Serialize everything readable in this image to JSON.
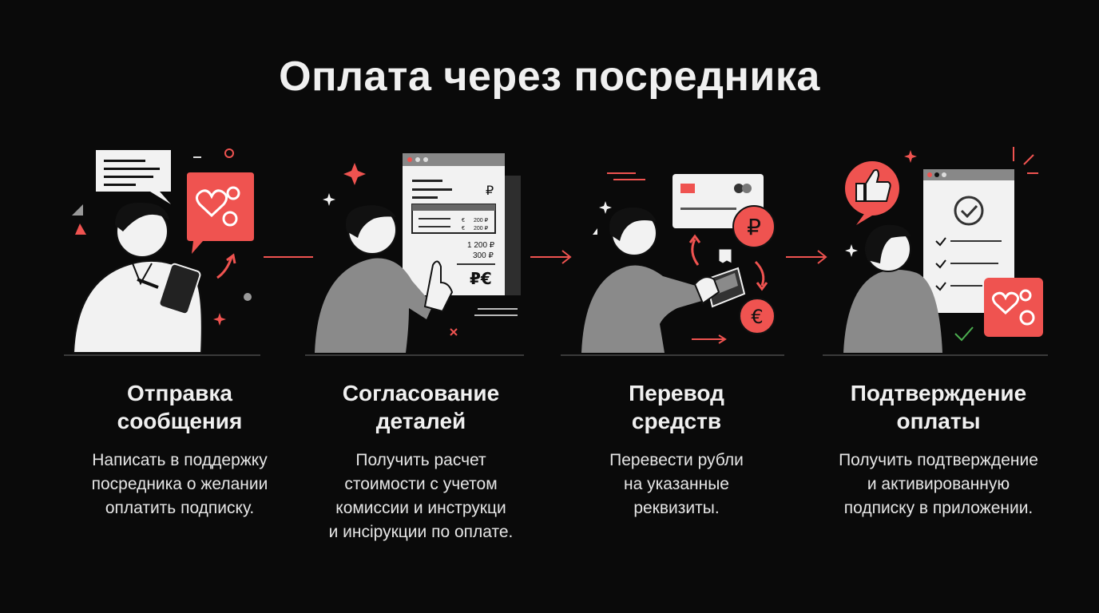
{
  "title": "Оплата через посредника",
  "colors": {
    "accent": "#ef5350",
    "background": "#0a0a0a",
    "figure_gray": "#8a8a8a",
    "paper": "#f2f2f2"
  },
  "steps": [
    {
      "title_line1": "Отправка",
      "title_line2": "сообщения",
      "desc_line1": "Написать в поддержку",
      "desc_line2": "посредника о желании",
      "desc_line3": "оплатить подписку.",
      "icons": [
        "chat-bubble-icon",
        "heart-gears-icon",
        "smartphone-icon"
      ]
    },
    {
      "title_line1": "Согласование",
      "title_line2": "деталей",
      "desc_line1": "Получить расчет",
      "desc_line2": "стоимости с учетом",
      "desc_line3": "комиссии и инструкци",
      "desc_line4": "и инсірукции по оплате.",
      "doc": {
        "currency": "₽",
        "row1_cur": "€",
        "row1_val": "200 ₽",
        "row2_cur": "€",
        "row2_val": "200 ₽",
        "total1": "1 200 ₽",
        "total2": "300 ₽",
        "footer": "₽€"
      },
      "icons": [
        "browser-window-icon",
        "sparkle-icon"
      ]
    },
    {
      "title_line1": "Перевод",
      "title_line2": "средств",
      "desc_line1": "Перевести рубли",
      "desc_line2": "на указанные",
      "desc_line3": "реквизиты.",
      "ruble_symbol": "₽",
      "euro_symbol": "€",
      "icons": [
        "credit-card-icon",
        "ruble-coin-icon",
        "euro-coin-icon",
        "payment-terminal-icon"
      ]
    },
    {
      "title_line1": "Подтверждение",
      "title_line2": "оплаты",
      "desc_line1": "Получить подтверждение",
      "desc_line2": "и активированную",
      "desc_line3": "подписку в приложении.",
      "icons": [
        "thumbs-up-icon",
        "checklist-window-icon",
        "heart-gears-icon",
        "check-icon"
      ]
    }
  ]
}
